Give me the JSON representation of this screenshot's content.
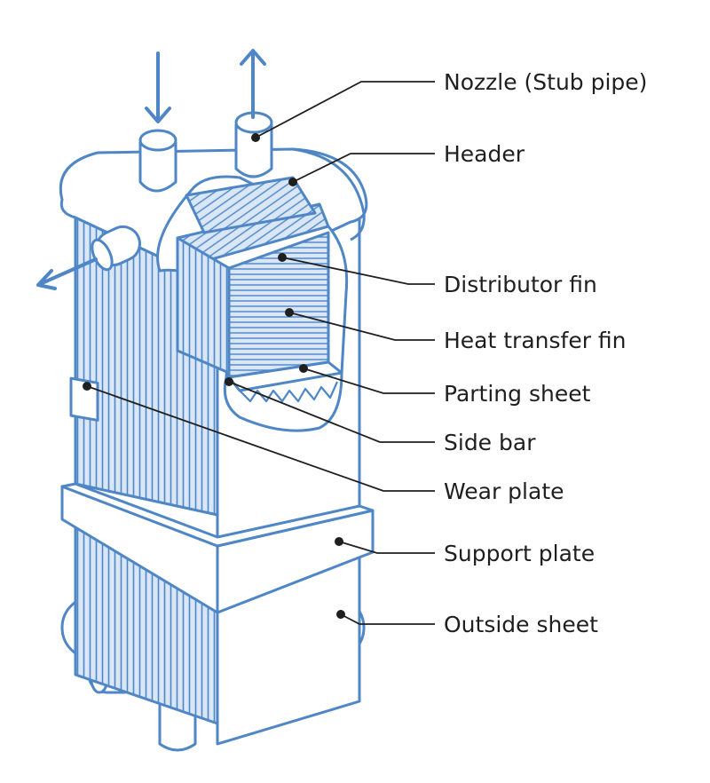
{
  "diagram": {
    "colors": {
      "stroke": "#4f86c6",
      "fill": "#d8e6f5",
      "leader": "#1f1f1f",
      "background": "#ffffff"
    },
    "labels": [
      {
        "id": "nozzle",
        "text": "Nozzle (Stub pipe)"
      },
      {
        "id": "header",
        "text": "Header"
      },
      {
        "id": "distributor-fin",
        "text": "Distributor fin"
      },
      {
        "id": "heat-transfer-fin",
        "text": "Heat transfer fin"
      },
      {
        "id": "parting-sheet",
        "text": "Parting sheet"
      },
      {
        "id": "side-bar",
        "text": "Side bar"
      },
      {
        "id": "wear-plate",
        "text": "Wear plate"
      },
      {
        "id": "support-plate",
        "text": "Support plate"
      },
      {
        "id": "outside-sheet",
        "text": "Outside sheet"
      }
    ],
    "flow_arrows": [
      {
        "id": "inlet-arrow",
        "direction": "down"
      },
      {
        "id": "outlet-arrow",
        "direction": "up"
      },
      {
        "id": "side-outlet-arrow",
        "direction": "left"
      }
    ]
  }
}
